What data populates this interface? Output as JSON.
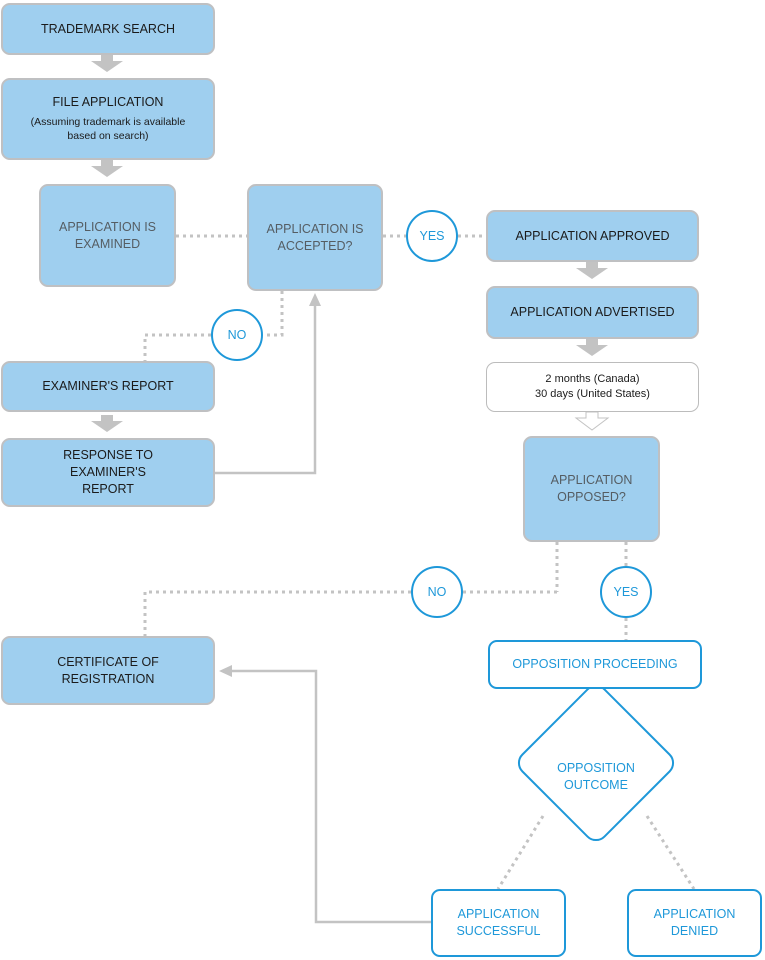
{
  "nodes": {
    "trademark_search": "TRADEMARK SEARCH",
    "file_application": "FILE APPLICATION",
    "file_application_note": "(Assuming trademark is available based on search)",
    "application_examined": "APPLICATION IS EXAMINED",
    "application_accepted": "APPLICATION IS ACCEPTED?",
    "application_approved": "APPLICATION APPROVED",
    "application_advertised": "APPLICATION ADVERTISED",
    "advertising_period_canada": "2 months (Canada)",
    "advertising_period_us": "30 days (United States)",
    "examiners_report": "EXAMINER'S REPORT",
    "response_to_report": "RESPONSE TO EXAMINER'S REPORT",
    "application_opposed": "APPLICATION OPPOSED?",
    "certificate_of_registration": "CERTIFICATE OF REGISTRATION",
    "opposition_proceeding": "OPPOSITION PROCEEDING",
    "opposition_outcome": "OPPOSITION OUTCOME",
    "application_successful": "APPLICATION SUCCESSFUL",
    "application_denied": "APPLICATION DENIED"
  },
  "decisions": {
    "accepted_yes": "YES",
    "accepted_no": "NO",
    "opposed_no": "NO",
    "opposed_yes": "YES"
  },
  "colors": {
    "fill": "#9fcfef",
    "box_border": "#bfc0c2",
    "accent": "#1e98d9",
    "connector": "#c3c3c3"
  }
}
